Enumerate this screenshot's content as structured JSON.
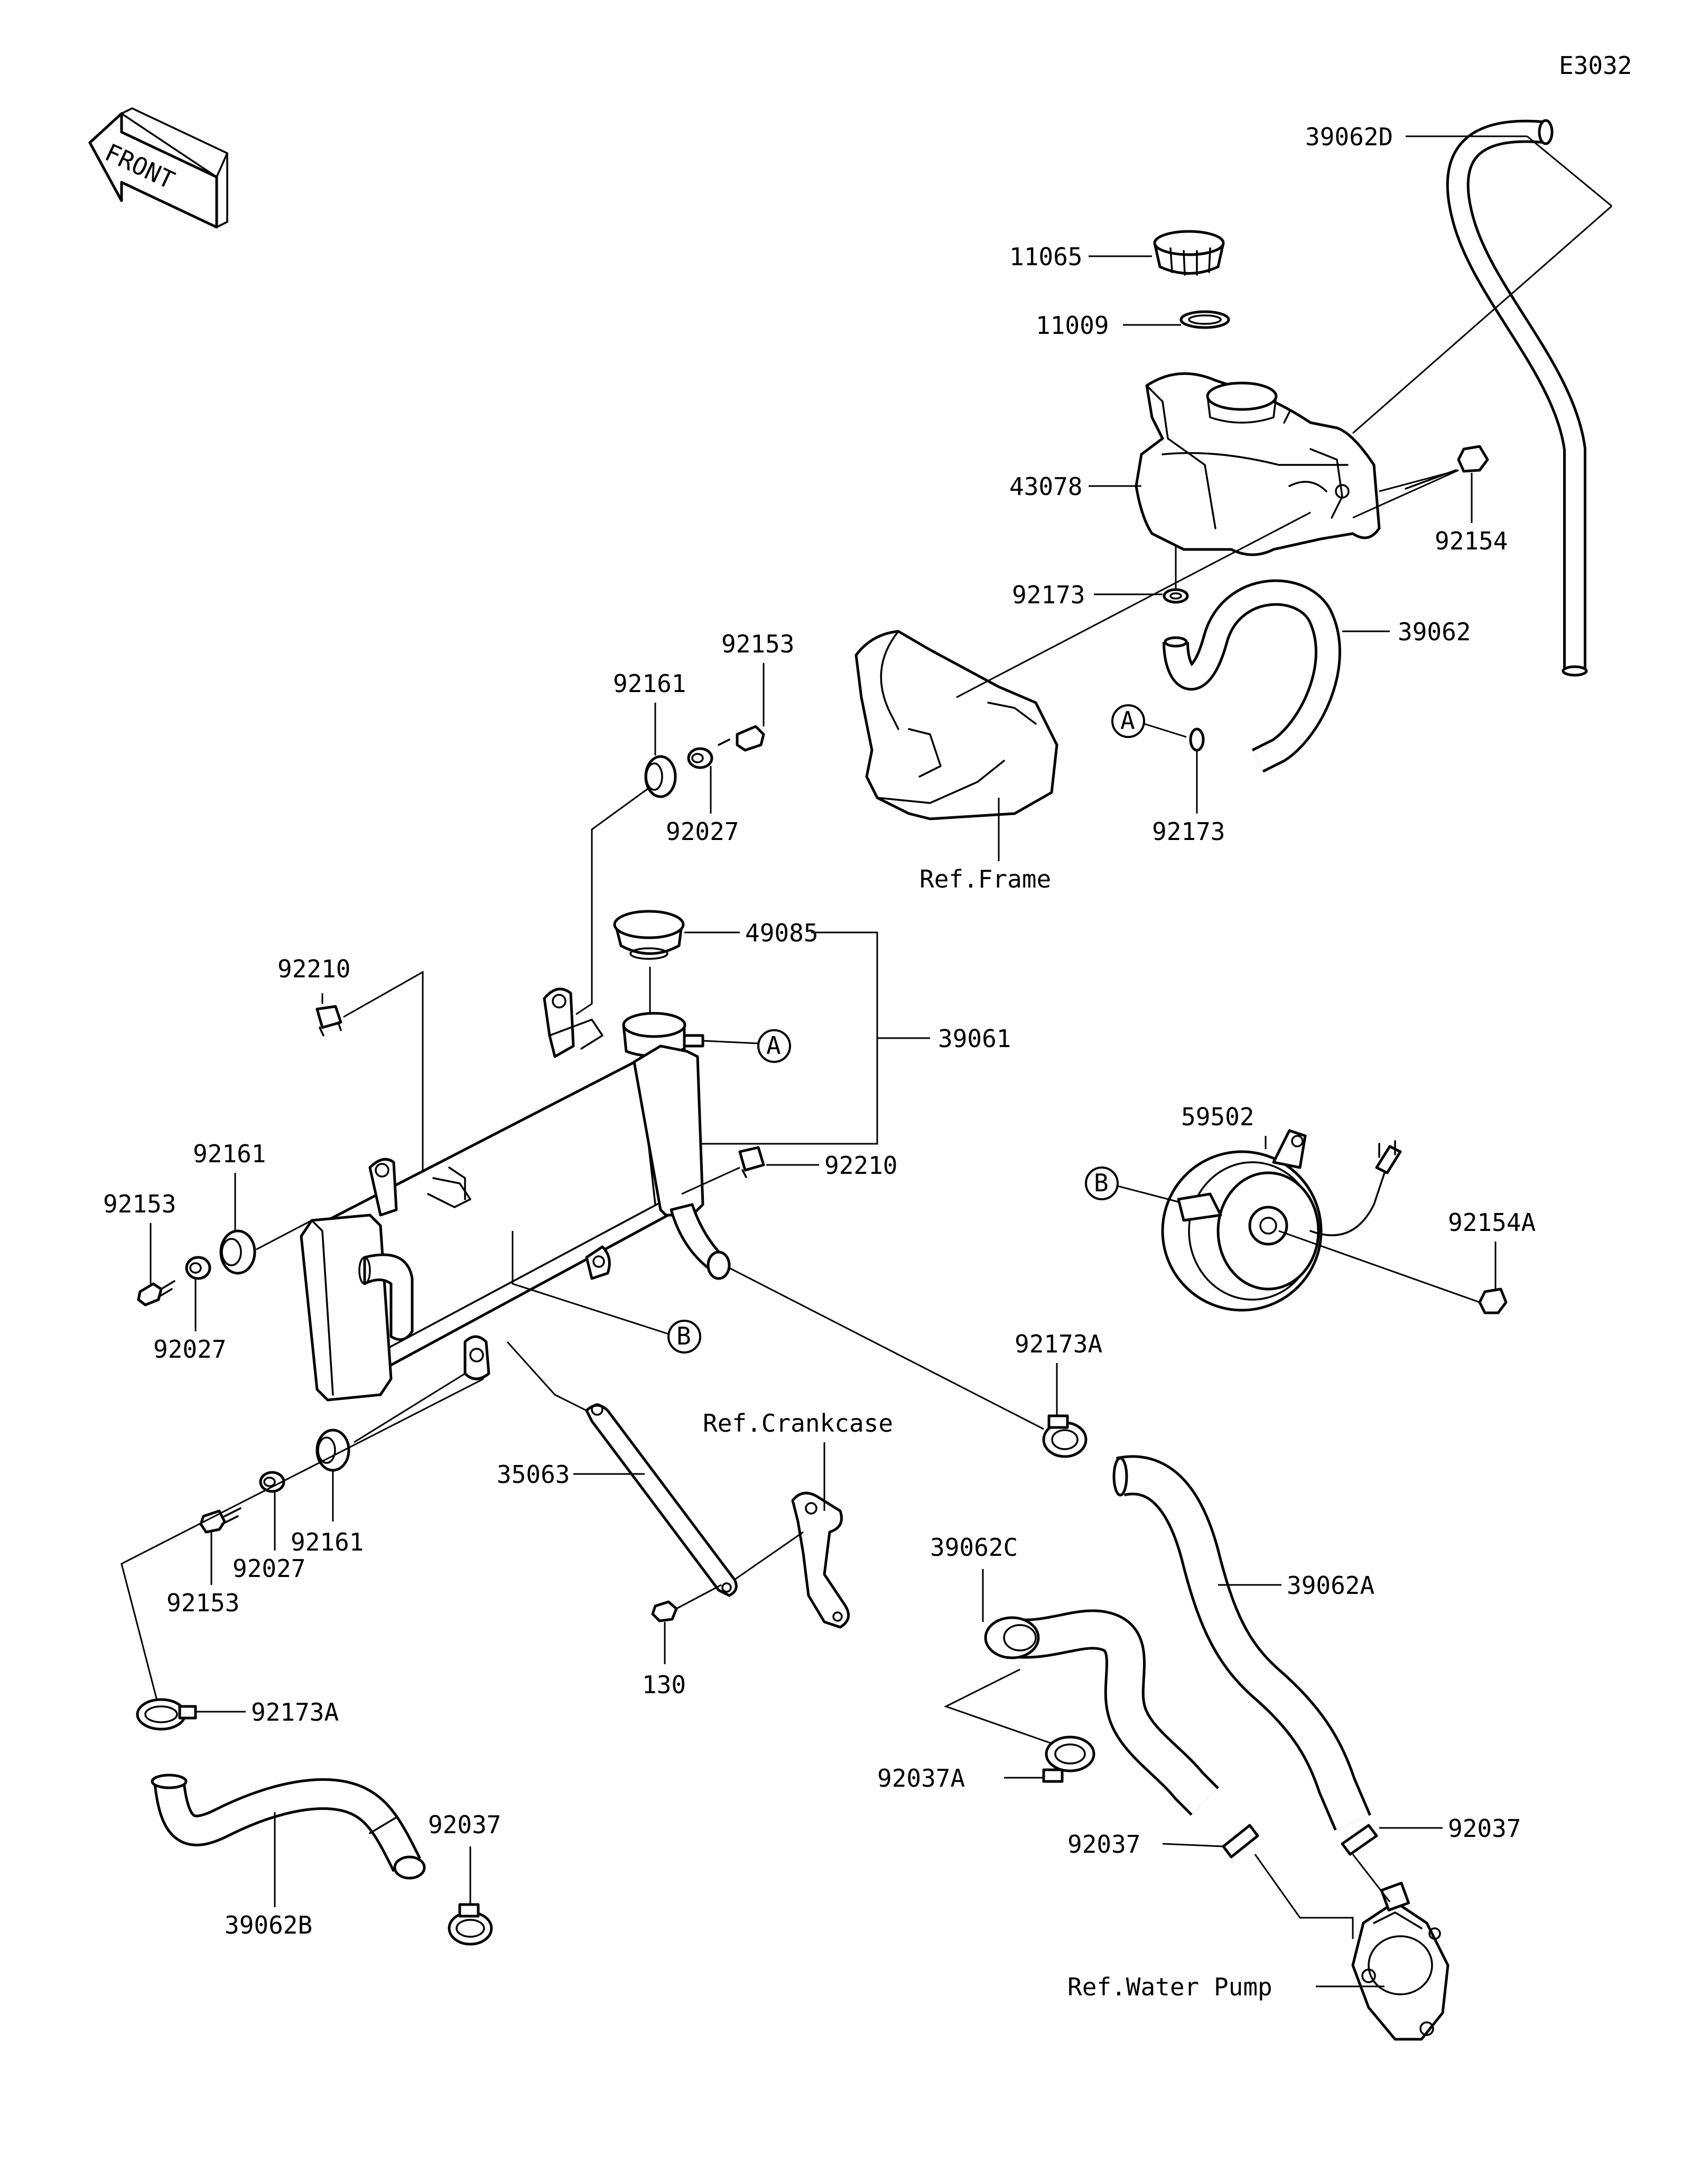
{
  "diagram_code": "E3032",
  "front_marker": "FRONT",
  "parts": {
    "p39062D": "39062D",
    "p11065": "11065",
    "p11009": "11009",
    "p43078": "43078",
    "p92154": "92154",
    "p92173_top": "92173",
    "p39062": "39062",
    "p92153_top": "92153",
    "p92161_top": "92161",
    "p92027_top": "92027",
    "p92173_mid": "92173",
    "p49085": "49085",
    "p39061": "39061",
    "p92210_left": "92210",
    "p92161_left": "92161",
    "p92153_left": "92153",
    "p92027_left": "92027",
    "p92210_right": "92210",
    "p59502": "59502",
    "p92154A": "92154A",
    "p92173A_right": "92173A",
    "p35063": "35063",
    "p92161_bottom": "92161",
    "p92027_bottom": "92027",
    "p92153_bottom": "92153",
    "p92173A_left": "92173A",
    "p130": "130",
    "p39062C": "39062C",
    "p39062A": "39062A",
    "p92037A": "92037A",
    "p92037_mid": "92037",
    "p92037_right": "92037",
    "p92037_left": "92037",
    "p39062B": "39062B"
  },
  "refs": {
    "frame": "Ref.Frame",
    "crankcase": "Ref.Crankcase",
    "water_pump": "Ref.Water Pump"
  },
  "markers": {
    "A": "A",
    "B": "B"
  }
}
